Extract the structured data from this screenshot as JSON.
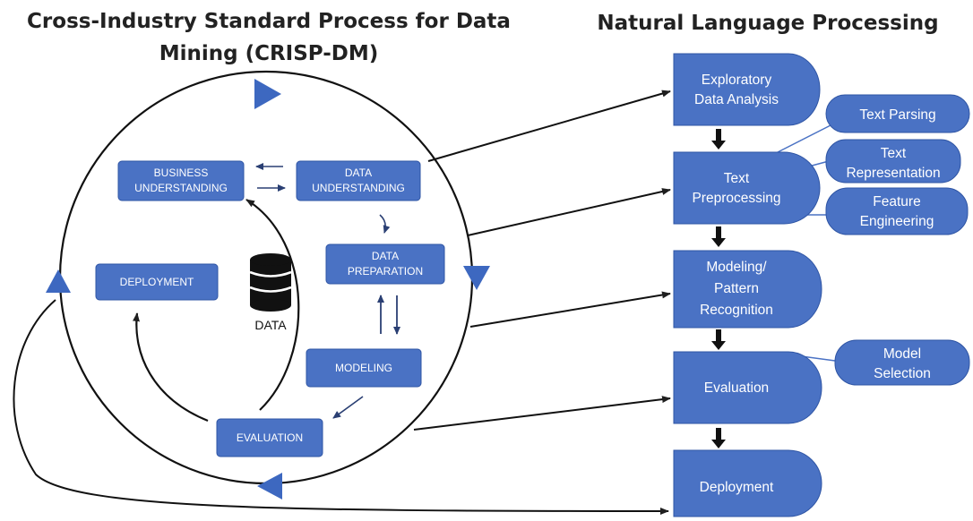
{
  "titles": {
    "crisp_line1": "Cross-Industry Standard Process for Data",
    "crisp_line2": "Mining (CRISP-DM)",
    "nlp": "Natural Language Processing"
  },
  "crisp": {
    "business": [
      "BUSINESS",
      "UNDERSTANDING"
    ],
    "data_understanding": [
      "DATA",
      "UNDERSTANDING"
    ],
    "data_preparation": [
      "DATA",
      "PREPARATION"
    ],
    "modeling": "MODELING",
    "evaluation": "EVALUATION",
    "deployment": "DEPLOYMENT",
    "data_label": "DATA"
  },
  "nlp": {
    "eda": [
      "Exploratory",
      "Data Analysis"
    ],
    "text_preprocessing": [
      "Text",
      "Preprocessing"
    ],
    "modeling": [
      "Modeling/",
      "Pattern",
      "Recognition"
    ],
    "evaluation": "Evaluation",
    "deployment": "Deployment",
    "text_parsing": "Text Parsing",
    "text_representation": [
      "Text",
      "Representation"
    ],
    "feature_engineering": [
      "Feature",
      "Engineering"
    ],
    "model_selection": [
      "Model",
      "Selection"
    ]
  },
  "colors": {
    "box_fill": "#4a72c4",
    "box_stroke": "#2f55a4",
    "arrow": "#1f1f1f",
    "connector": "#4a72c4"
  }
}
